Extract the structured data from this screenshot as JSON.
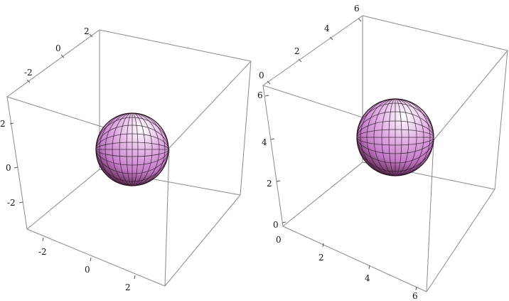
{
  "plots": [
    {
      "id": "left",
      "axes": {
        "x": [
          "-2",
          "0",
          "2"
        ],
        "y": [
          "-2",
          "0",
          "2"
        ],
        "z": [
          "-2",
          "0",
          "2"
        ]
      }
    },
    {
      "id": "right",
      "axes": {
        "x": [
          "0",
          "2",
          "4",
          "6"
        ],
        "y": [
          "0",
          "2",
          "4",
          "6"
        ],
        "z": [
          "0",
          "2",
          "4",
          "6"
        ]
      }
    }
  ],
  "colors": {
    "sphere_light": "#ffffff",
    "sphere_mid": "#d88ed8",
    "sphere_dark": "#6a2a6a",
    "sphere_shadow": "#3a0f2a",
    "box_edge": "#8a8a8a"
  }
}
